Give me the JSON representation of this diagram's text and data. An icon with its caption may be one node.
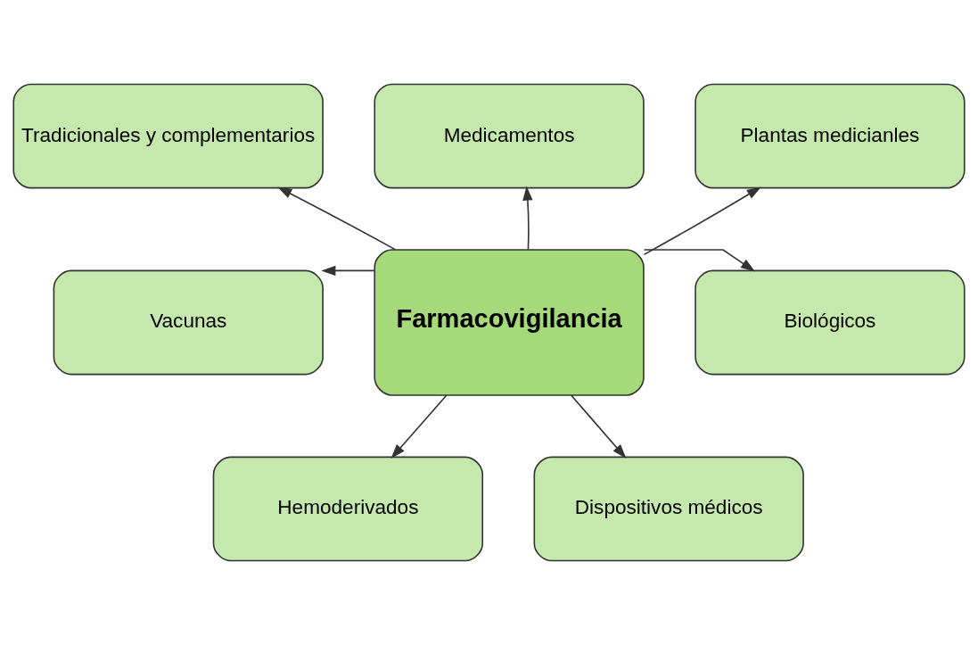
{
  "diagram": {
    "nodes": [
      {
        "text": [
          "Farmacovigilancia"
        ]
      },
      {
        "text": [
          "Medicamentos"
        ]
      },
      {
        "text": [
          "Tradicionales y complementarios"
        ]
      },
      {
        "text": [
          "Plantas medicianles"
        ]
      },
      {
        "text": [
          "Vacunas"
        ]
      },
      {
        "text": [
          "Biológicos"
        ]
      },
      {
        "text": [
          "Hemoderivados"
        ]
      },
      {
        "text": [
          "Dispositivos médicos"
        ]
      }
    ],
    "edges": [
      {
        "from": 0,
        "to": 1,
        "arrow": "to"
      },
      {
        "from": 0,
        "to": 2,
        "arrow": "to"
      },
      {
        "from": 0,
        "to": 3,
        "arrow": "to"
      },
      {
        "from": 0,
        "to": 4,
        "arrow": "to"
      },
      {
        "from": 0,
        "to": 5,
        "arrow": "to"
      },
      {
        "from": 0,
        "to": 6,
        "arrow": "to"
      },
      {
        "from": 0,
        "to": 7,
        "arrow": "to"
      }
    ]
  }
}
